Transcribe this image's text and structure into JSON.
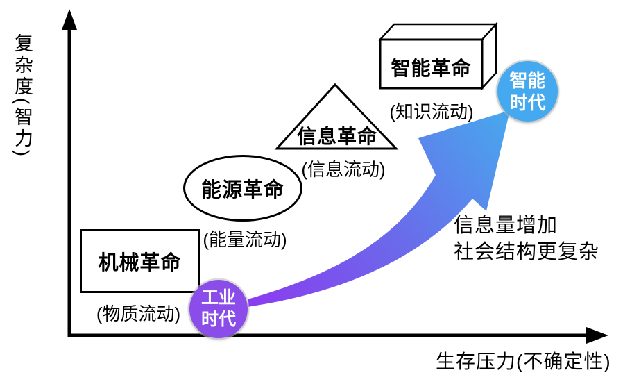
{
  "diagram": {
    "y_axis": {
      "label_primary": "复杂度",
      "label_secondary": "(智力)"
    },
    "x_axis": {
      "label": "生存压力(不确定性)"
    },
    "stages": [
      {
        "shape": "rectangle",
        "title": "机械革命",
        "caption": "(物质流动)"
      },
      {
        "shape": "ellipse",
        "title": "能源革命",
        "caption": "(能量流动)"
      },
      {
        "shape": "triangle",
        "title": "信息革命",
        "caption": "(信息流动)"
      },
      {
        "shape": "cuboid",
        "title": "智能革命",
        "caption": "(知识流动)"
      }
    ],
    "eras": [
      {
        "label_line1": "工业",
        "label_line2": "时代",
        "color": "#8A4DE9"
      },
      {
        "label_line1": "智能",
        "label_line2": "时代",
        "color": "#45A9EF"
      }
    ],
    "growth_arrow": {
      "gradient_from": "#8B3BF0",
      "gradient_mid": "#6A6BEA",
      "gradient_to": "#47A9EE"
    },
    "annotation": {
      "line1": "信息量增加",
      "line2": "社会结构更复杂"
    },
    "colors": {
      "axis": "#000000",
      "shape_stroke": "#000000",
      "shape_fill": "#ffffff"
    }
  }
}
